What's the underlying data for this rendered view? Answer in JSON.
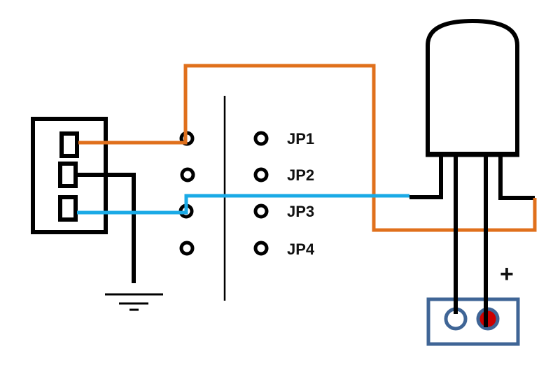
{
  "diagram": {
    "type": "wiring-diagram",
    "description": "3-pin connector wired to jumper header and a sensor/LED component with polarized terminal block",
    "jumper_labels": [
      "JP1",
      "JP2",
      "JP3",
      "JP4"
    ],
    "polarity_label": "+",
    "components": {
      "connector": {
        "pins": 3
      },
      "jumper_header": {
        "rows": 4,
        "columns": 2
      },
      "ground_symbol": {
        "present": true
      },
      "component_body": {
        "legs": 4
      },
      "terminal_block": {
        "terminals": [
          "negative",
          "positive"
        ]
      }
    },
    "wires": [
      {
        "name": "orange-wire",
        "from": "connector-pin-1",
        "to": "component-right-leg",
        "via": "jumper-left-1"
      },
      {
        "name": "black-wire",
        "from": "connector-pin-2",
        "to": "ground"
      },
      {
        "name": "blue-wire",
        "from": "connector-pin-3",
        "to": "component-left-leg",
        "via": "jumper-left-3"
      }
    ],
    "colors": {
      "orange_wire": "#e0701c",
      "blue_wire": "#1aaae6",
      "black": "#000000",
      "terminal_block": "#3f6596",
      "positive_dot": "#cc0000",
      "background": "#ffffff"
    }
  }
}
